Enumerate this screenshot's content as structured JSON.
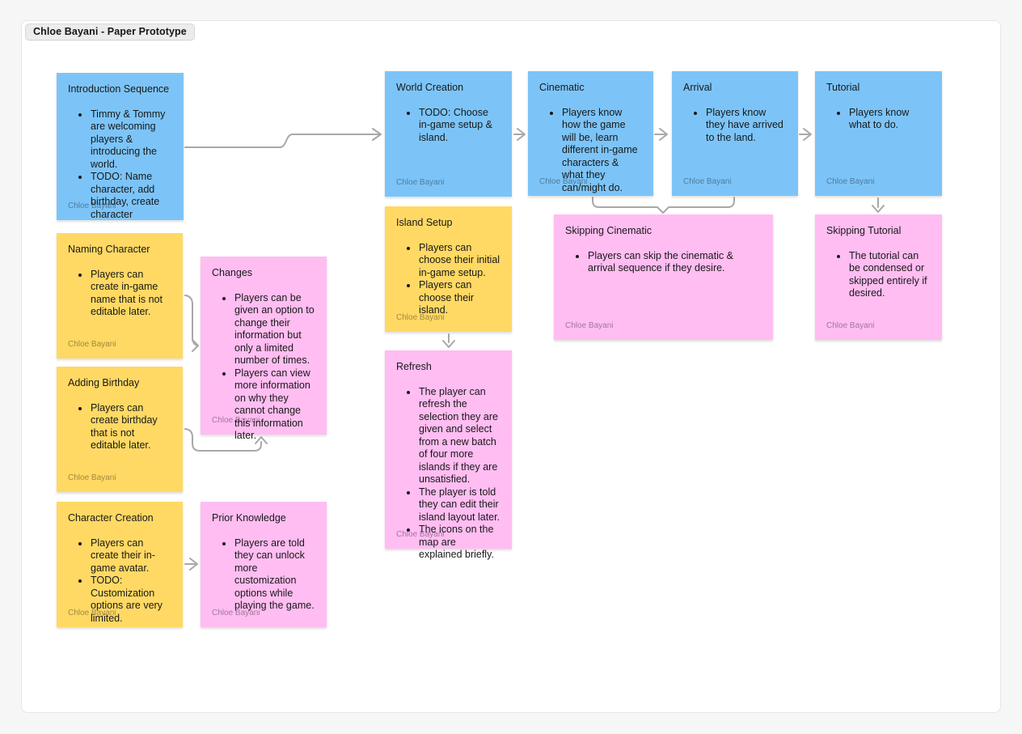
{
  "board": {
    "section_label": "Chloe Bayani - Paper Prototype"
  },
  "author": "Chloe Bayani",
  "colors": {
    "sticky_blue": "#7cc4f8",
    "sticky_yellow": "#ffd964",
    "sticky_pink": "#ffbdf2",
    "connector_gray": "#a8a8a8",
    "section_background": "#ffffff",
    "canvas_background": "#f6f6f7"
  },
  "notes": [
    {
      "id": "introduction-sequence",
      "color": "blue",
      "title": "Introduction Sequence",
      "bullets": [
        "Timmy & Tommy are welcoming players & introducing the world.",
        "TODO: Name character, add birthday, create character"
      ]
    },
    {
      "id": "naming-character",
      "color": "yellow",
      "title": "Naming Character",
      "bullets": [
        "Players can create in-game name that is not editable later."
      ]
    },
    {
      "id": "adding-birthday",
      "color": "yellow",
      "title": "Adding Birthday",
      "bullets": [
        "Players can create birthday that is not editable later."
      ]
    },
    {
      "id": "character-creation",
      "color": "yellow",
      "title": "Character Creation",
      "bullets": [
        "Players can create their in-game avatar.",
        "TODO: Customization options are very limited."
      ]
    },
    {
      "id": "changes",
      "color": "pink",
      "title": "Changes",
      "bullets": [
        "Players can be given an option to change their information but only a limited number of times.",
        "Players can view more information on why they cannot change this information later."
      ]
    },
    {
      "id": "prior-knowledge",
      "color": "pink",
      "title": "Prior Knowledge",
      "bullets": [
        "Players are told they can unlock more customization options while playing the game."
      ]
    },
    {
      "id": "world-creation",
      "color": "blue",
      "title": "World Creation",
      "bullets": [
        "TODO: Choose in-game setup & island."
      ]
    },
    {
      "id": "island-setup",
      "color": "yellow",
      "title": "Island Setup",
      "bullets": [
        "Players can choose their initial in-game setup.",
        "Players can choose their island."
      ]
    },
    {
      "id": "refresh",
      "color": "pink",
      "title": "Refresh",
      "bullets": [
        "The player can refresh the selection they are given and select from a new batch of four more islands if they are unsatisfied.",
        "The player is told they can edit their island layout later.",
        "The icons on the map are explained briefly."
      ]
    },
    {
      "id": "cinematic",
      "color": "blue",
      "title": "Cinematic",
      "bullets": [
        "Players know how the game will be, learn different in-game characters & what they can/might do."
      ]
    },
    {
      "id": "arrival",
      "color": "blue",
      "title": "Arrival",
      "bullets": [
        "Players know they have arrived to the land."
      ]
    },
    {
      "id": "tutorial",
      "color": "blue",
      "title": "Tutorial",
      "bullets": [
        "Players know what to do."
      ]
    },
    {
      "id": "skipping-cinematic",
      "color": "pink",
      "title": "Skipping Cinematic",
      "bullets": [
        "Players can skip the cinematic & arrival sequence if they desire."
      ]
    },
    {
      "id": "skipping-tutorial",
      "color": "pink",
      "title": "Skipping Tutorial",
      "bullets": [
        "The tutorial can be condensed or skipped entirely if desired."
      ]
    }
  ]
}
